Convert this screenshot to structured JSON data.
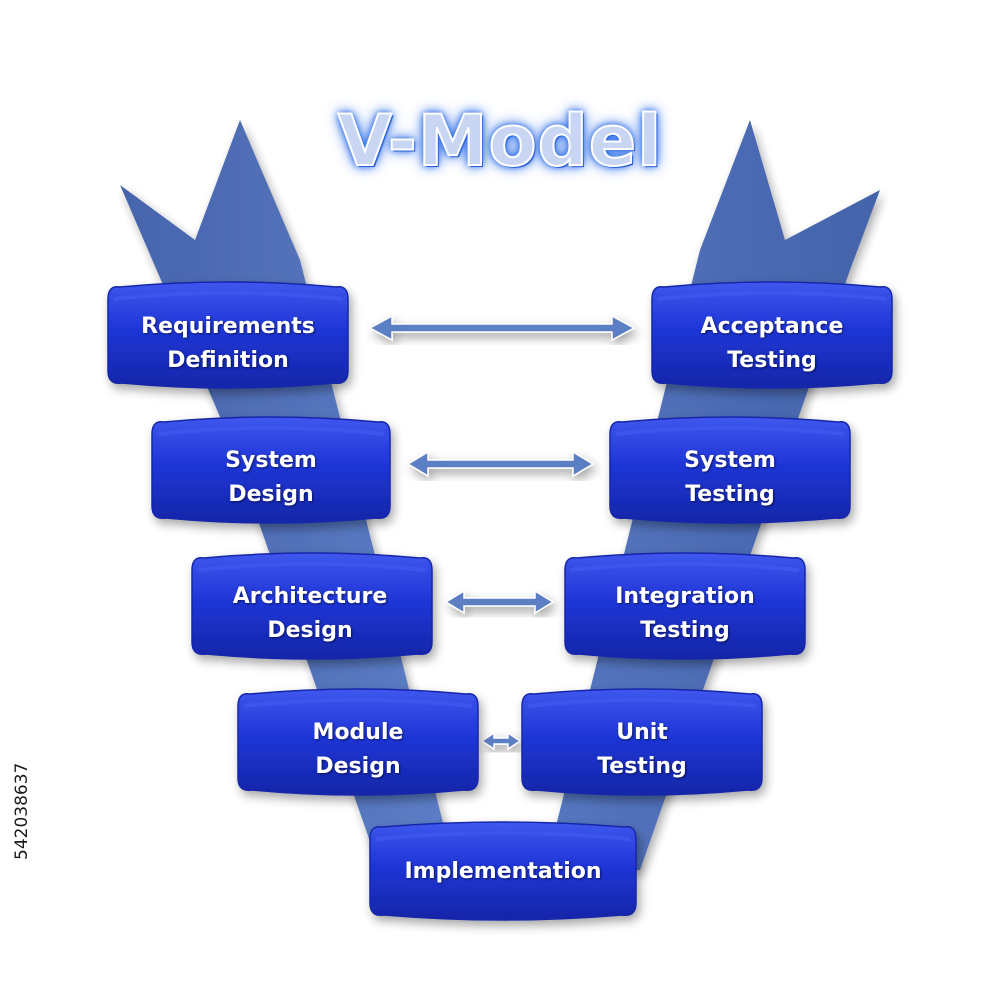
{
  "title": "V-Model",
  "stock_id": "542038637",
  "colors": {
    "band_main": "#1f35d6",
    "band_dark": "#1426a8",
    "band_light": "#3f57ee",
    "ribbon": "#4a6bb5",
    "arrow": "#5b7fc4"
  },
  "left_phases": [
    {
      "line1": "Requirements",
      "line2": "Definition"
    },
    {
      "line1": "System",
      "line2": "Design"
    },
    {
      "line1": "Architecture",
      "line2": "Design"
    },
    {
      "line1": "Module",
      "line2": "Design"
    }
  ],
  "right_phases": [
    {
      "line1": "Acceptance",
      "line2": "Testing"
    },
    {
      "line1": "System",
      "line2": "Testing"
    },
    {
      "line1": "Integration",
      "line2": "Testing"
    },
    {
      "line1": "Unit",
      "line2": "Testing"
    }
  ],
  "bottom_phase": {
    "label": "Implementation"
  }
}
